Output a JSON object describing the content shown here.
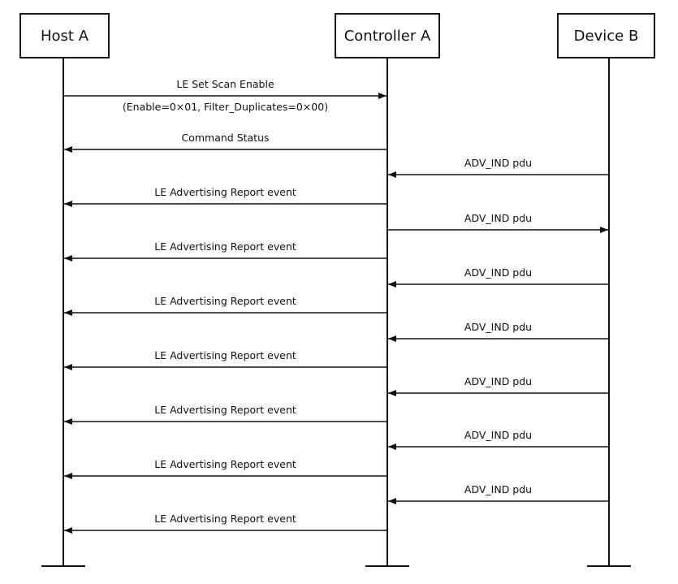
{
  "participants": [
    {
      "id": "host_a",
      "label": "Host A"
    },
    {
      "id": "controller_a",
      "label": "Controller A"
    },
    {
      "id": "device_b",
      "label": "Device B"
    }
  ],
  "messages": [
    {
      "from": 0,
      "to": 1,
      "label": "LE Set Scan Enable",
      "sublabel": "(Enable=0×01, Filter_Duplicates=0×00)"
    },
    {
      "from": 1,
      "to": 0,
      "label": "Command Status"
    },
    {
      "from": 2,
      "to": 1,
      "label": "ADV_IND pdu"
    },
    {
      "from": 1,
      "to": 0,
      "label": "LE Advertising Report event"
    },
    {
      "from": 1,
      "to": 2,
      "label": "ADV_IND pdu"
    },
    {
      "from": 1,
      "to": 0,
      "label": "LE Advertising Report event"
    },
    {
      "from": 2,
      "to": 1,
      "label": "ADV_IND pdu"
    },
    {
      "from": 1,
      "to": 0,
      "label": "LE Advertising Report event"
    },
    {
      "from": 2,
      "to": 1,
      "label": "ADV_IND pdu"
    },
    {
      "from": 1,
      "to": 0,
      "label": "LE Advertising Report event"
    },
    {
      "from": 2,
      "to": 1,
      "label": "ADV_IND pdu"
    },
    {
      "from": 1,
      "to": 0,
      "label": "LE Advertising Report event"
    },
    {
      "from": 2,
      "to": 1,
      "label": "ADV_IND pdu"
    },
    {
      "from": 1,
      "to": 0,
      "label": "LE Advertising Report event"
    },
    {
      "from": 2,
      "to": 1,
      "label": "ADV_IND pdu"
    },
    {
      "from": 1,
      "to": 0,
      "label": "LE Advertising Report event"
    }
  ]
}
